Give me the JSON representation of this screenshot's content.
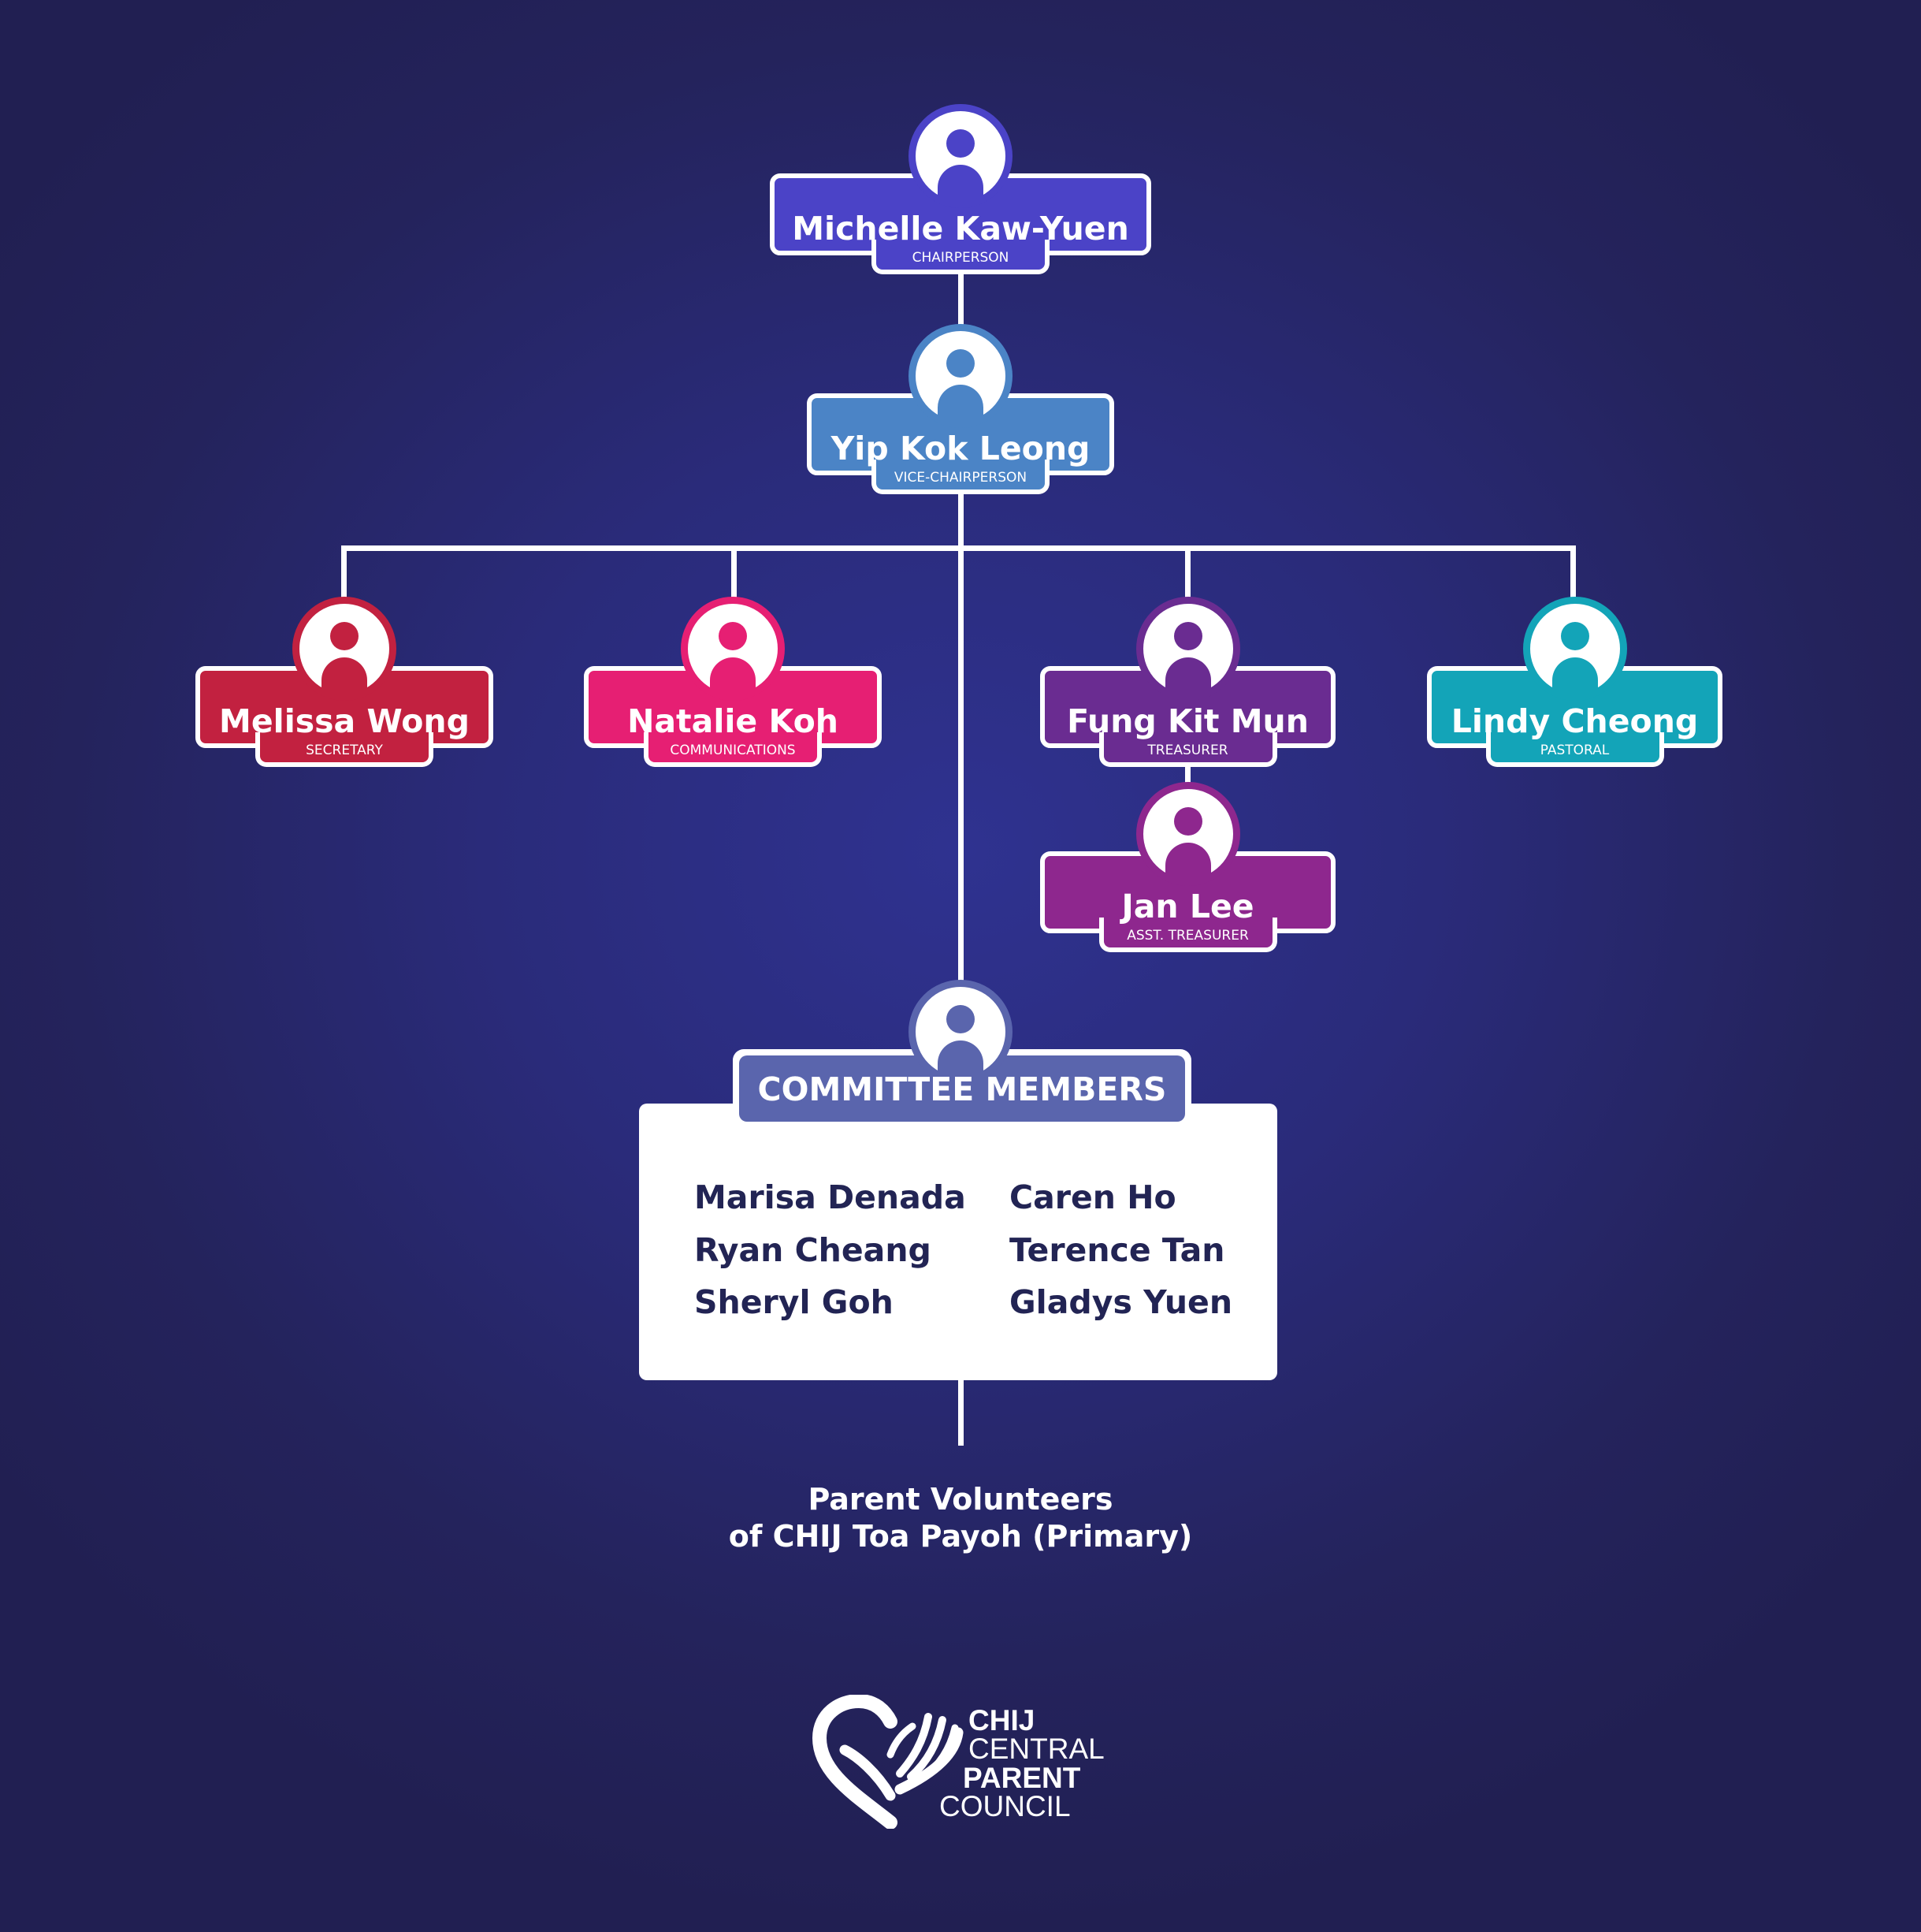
{
  "people": [
    {
      "id": "chairperson",
      "name": "Michelle Kaw-Yuen",
      "role": "CHAIRPERSON",
      "color": "#4b43c7"
    },
    {
      "id": "vice-chairperson",
      "name": "Yip Kok Leong",
      "role": "VICE-CHAIRPERSON",
      "color": "#4b84c6"
    },
    {
      "id": "secretary",
      "name": "Melissa Wong",
      "role": "SECRETARY",
      "color": "#c22140"
    },
    {
      "id": "communications",
      "name": "Natalie Koh",
      "role": "COMMUNICATIONS",
      "color": "#e61f73"
    },
    {
      "id": "treasurer",
      "name": "Fung Kit Mun",
      "role": "TREASURER",
      "color": "#6a2c91"
    },
    {
      "id": "pastoral",
      "name": "Lindy Cheong",
      "role": "PASTORAL",
      "color": "#13a4b8"
    },
    {
      "id": "asst-treasurer",
      "name": "Jan Lee",
      "role": "ASST. TREASURER",
      "color": "#8e278e"
    }
  ],
  "committee": {
    "title": "COMMITTEE MEMBERS",
    "color": "#5a65ad",
    "members": [
      "Marisa Denada",
      "Ryan Cheang",
      "Sheryl Goh",
      "Caren Ho",
      "Terence Tan",
      "Gladys Yuen"
    ]
  },
  "footer": {
    "line1": "Parent Volunteers",
    "line2": "of CHIJ Toa Payoh (Primary)"
  },
  "logo": {
    "line1": "CHIJ",
    "line2": "CENTRAL",
    "line3": "PARENT",
    "line4": "COUNCIL"
  }
}
